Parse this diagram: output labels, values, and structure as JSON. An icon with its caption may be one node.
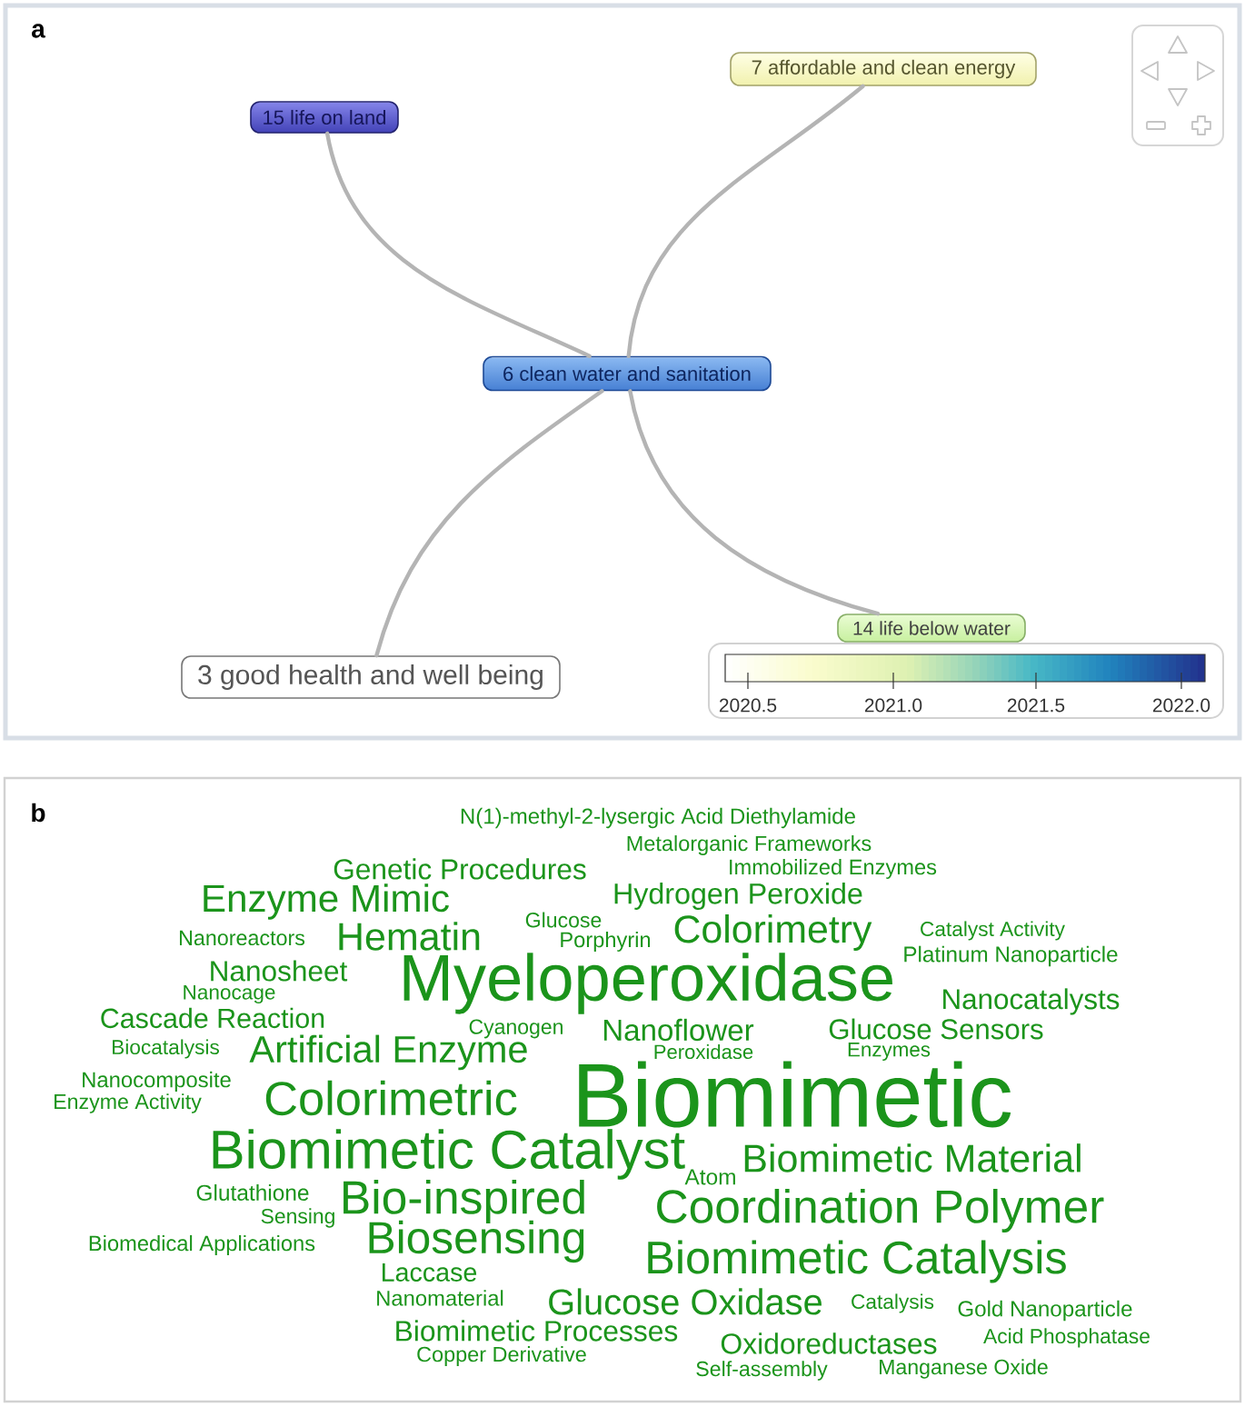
{
  "diagram": {
    "nodes": [
      {
        "text": [
          "7 affordable and clean energy"
        ]
      },
      {
        "text": [
          "15 life on land"
        ]
      },
      {
        "text": [
          "6 clean water and sanitation"
        ]
      },
      {
        "text": [
          "14 life below water"
        ]
      },
      {
        "text": [
          "3 good health and well being"
        ]
      }
    ],
    "edges": [
      {
        "from": 2,
        "to": 0,
        "arrow": "none"
      },
      {
        "from": 2,
        "to": 1,
        "arrow": "none"
      },
      {
        "from": 2,
        "to": 3,
        "arrow": "none"
      },
      {
        "from": 2,
        "to": 4,
        "arrow": "none"
      }
    ],
    "labels": [
      "a",
      "2020.5",
      "2021.0",
      "2021.5",
      "2022.0",
      "b",
      "N(1)-methyl-2-lysergic Acid Diethylamide",
      "Metalorganic Frameworks",
      "Genetic Procedures",
      "Immobilized Enzymes",
      "Enzyme Mimic",
      "Hydrogen Peroxide",
      "Glucose",
      "Nanoreactors",
      "Hematin",
      "Porphyrin",
      "Colorimetry",
      "Catalyst Activity",
      "Nanosheet",
      "Platinum Nanoparticle",
      "Nanocage",
      "Myeloperoxidase",
      "Nanocatalysts",
      "Cascade Reaction",
      "Cyanogen",
      "Nanoflower",
      "Glucose Sensors",
      "Biocatalysis",
      "Artificial Enzyme",
      "Peroxidase",
      "Enzymes",
      "Nanocomposite",
      "Enzyme Activity",
      "Colorimetric",
      "Biomimetic",
      "Biomimetic Catalyst",
      "Biomimetic Material",
      "Glutathione",
      "Sensing",
      "Bio-inspired",
      "Atom",
      "Coordination Polymer",
      "Biomedical Applications",
      "Biosensing",
      "Laccase",
      "Biomimetic Catalysis",
      "Nanomaterial",
      "Glucose Oxidase",
      "Catalysis",
      "Gold Nanoparticle",
      "Biomimetic Processes",
      "Oxidoreductases",
      "Acid Phosphatase",
      "Copper Derivative",
      "Self-assembly",
      "Manganese Oxide"
    ]
  }
}
